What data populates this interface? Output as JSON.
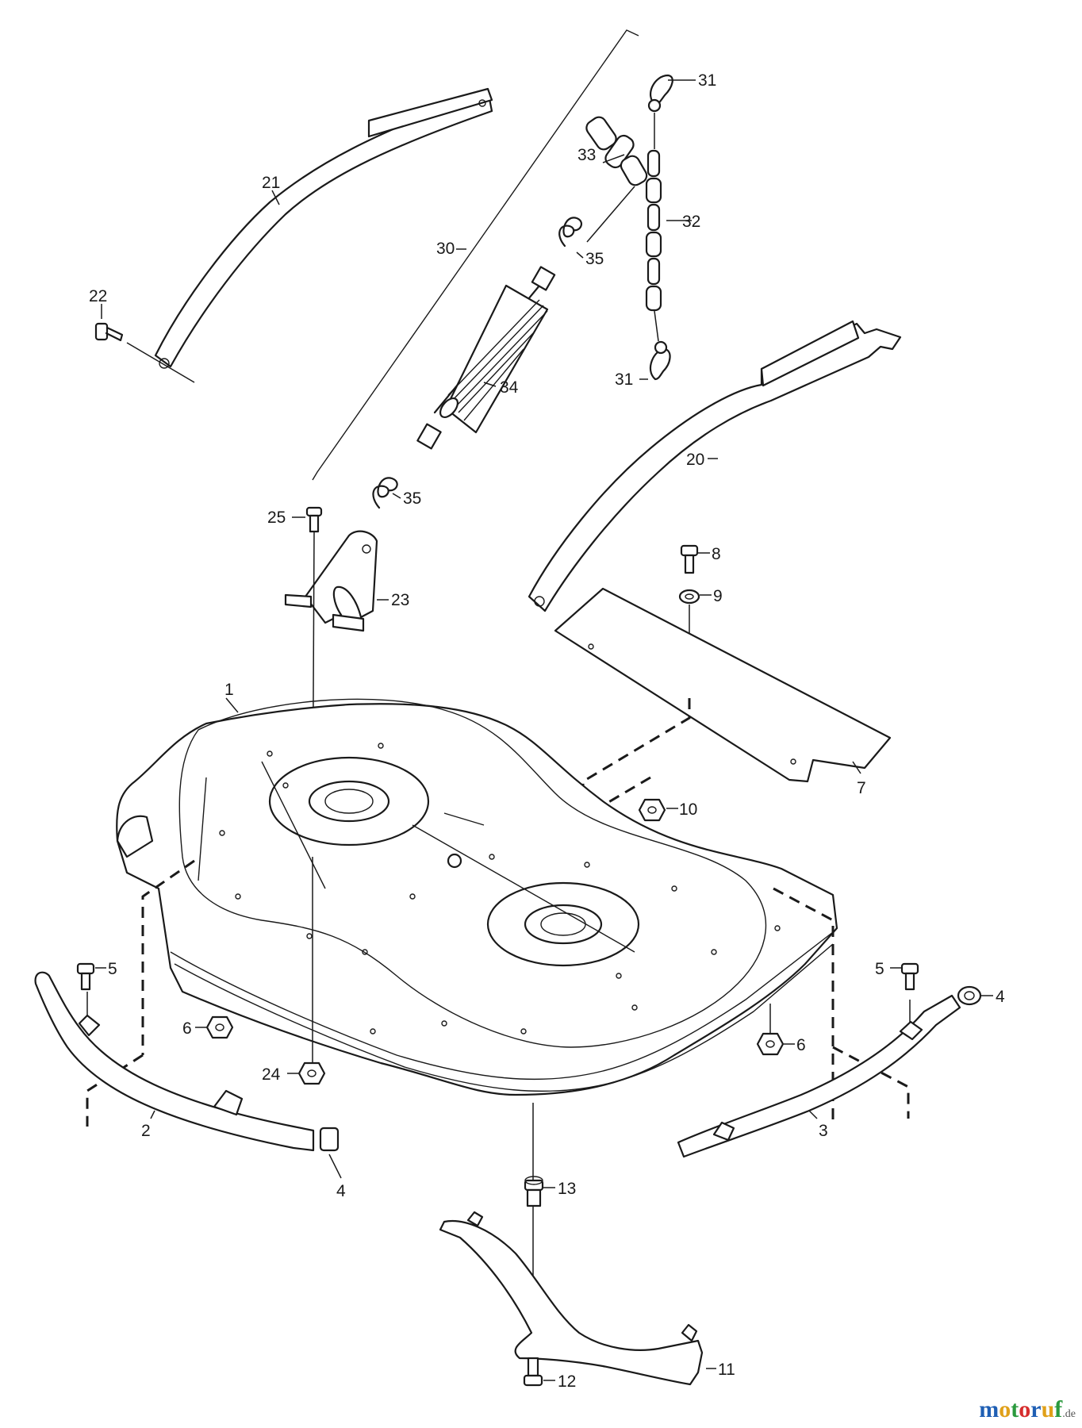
{
  "callouts": [
    {
      "id": "c1",
      "label": "1"
    },
    {
      "id": "c2",
      "label": "2"
    },
    {
      "id": "c3",
      "label": "3"
    },
    {
      "id": "c4a",
      "label": "4"
    },
    {
      "id": "c4b",
      "label": "4"
    },
    {
      "id": "c5a",
      "label": "5"
    },
    {
      "id": "c5b",
      "label": "5"
    },
    {
      "id": "c6a",
      "label": "6"
    },
    {
      "id": "c6b",
      "label": "6"
    },
    {
      "id": "c7",
      "label": "7"
    },
    {
      "id": "c8",
      "label": "8"
    },
    {
      "id": "c9",
      "label": "9"
    },
    {
      "id": "c10",
      "label": "10"
    },
    {
      "id": "c11",
      "label": "11"
    },
    {
      "id": "c12",
      "label": "12"
    },
    {
      "id": "c13",
      "label": "13"
    },
    {
      "id": "c20",
      "label": "20"
    },
    {
      "id": "c21",
      "label": "21"
    },
    {
      "id": "c22",
      "label": "22"
    },
    {
      "id": "c23",
      "label": "23"
    },
    {
      "id": "c24",
      "label": "24"
    },
    {
      "id": "c25",
      "label": "25"
    },
    {
      "id": "c30",
      "label": "30"
    },
    {
      "id": "c31a",
      "label": "31"
    },
    {
      "id": "c31b",
      "label": "31"
    },
    {
      "id": "c32",
      "label": "32"
    },
    {
      "id": "c33",
      "label": "33"
    },
    {
      "id": "c34",
      "label": "34"
    },
    {
      "id": "c35a",
      "label": "35"
    },
    {
      "id": "c35b",
      "label": "35"
    }
  ],
  "watermark": {
    "letters": [
      "m",
      "o",
      "t",
      "o",
      "r",
      "u",
      "f"
    ],
    "suffix": ".de",
    "colors": [
      "#1f5fb4",
      "#e0a019",
      "#2b9a3e",
      "#d62d2d",
      "#1f5fb4",
      "#e0a019",
      "#2b9a3e"
    ],
    "suffix_color": "#555555"
  }
}
